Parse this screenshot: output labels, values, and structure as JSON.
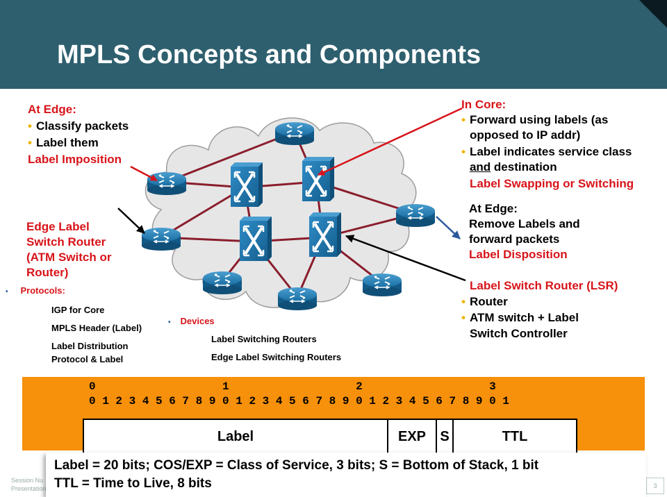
{
  "title": "MPLS Concepts and Components",
  "edge_in": {
    "heading": "At Edge:",
    "items": [
      "Classify packets",
      "Label them"
    ],
    "summary": "Label Imposition"
  },
  "core": {
    "heading": "In Core:",
    "item1": [
      "Forward using labels (as",
      "opposed to IP addr)"
    ],
    "item2_line1": "Label indicates service class",
    "item2_line2_a": "and",
    "item2_line2_b": " destination",
    "summary": "Label Swapping or Switching"
  },
  "edge_out": {
    "heading": "At Edge:",
    "lines": [
      "Remove Labels and",
      "forward packets"
    ],
    "summary": "Label Disposition"
  },
  "edge_lsr": {
    "lines": [
      "Edge Label",
      "Switch Router",
      "(ATM Switch or",
      "Router)"
    ]
  },
  "protocols": {
    "label": "Protocols:",
    "items": [
      "IGP for Core",
      "MPLS Header (Label)",
      "Label Distribution",
      "Protocol & Label"
    ]
  },
  "devices": {
    "label": "Devices",
    "items": [
      "Label Switching Routers",
      "Edge Label Switching Routers"
    ]
  },
  "lsr": {
    "heading": "Label Switch Router (LSR)",
    "items": [
      "Router",
      "ATM switch + Label",
      "Switch Controller"
    ]
  },
  "header_bits": {
    "tens": "0                   1                   2                   3",
    "units": "0 1 2 3 4 5 6 7 8 9 0 1 2 3 4 5 6 7 8 9 0 1 2 3 4 5 6 7 8 9 0 1"
  },
  "fields": [
    "Label",
    "EXP",
    "S",
    "TTL"
  ],
  "notes": [
    "Label = 20 bits; COS/EXP = Class of Service, 3 bits; S = Bottom of Stack, 1 bit",
    "TTL = Time to Live, 8 bits"
  ],
  "footer": {
    "line1": "Session Nu",
    "line2": "Presentation",
    "page": "3"
  },
  "colors": {
    "header": "#2e5f6e",
    "accent_red": "#d7141a",
    "bullet": "#f0b400",
    "router": "#1a6fa3",
    "orange": "#f7900a",
    "link": "#8a1d2c"
  }
}
